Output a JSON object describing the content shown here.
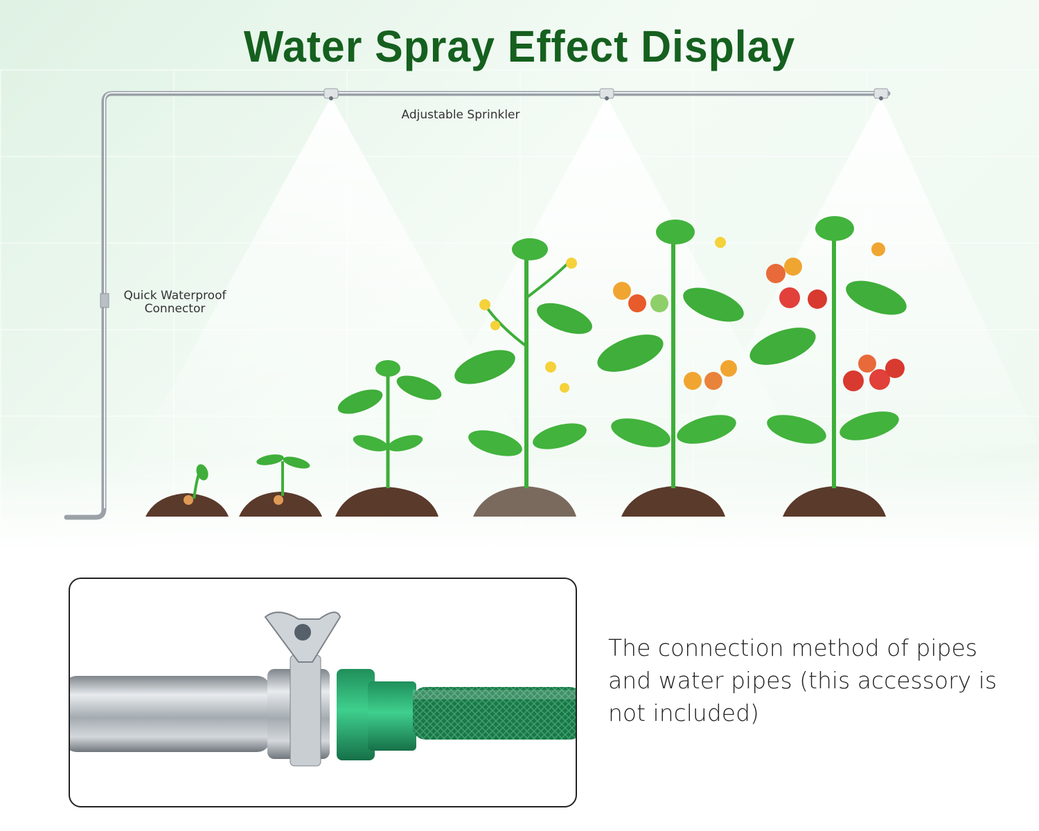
{
  "title": "Water Spray Effect Display",
  "labels": {
    "sprinkler": "Adjustable Sprinkler",
    "connector": "Quick Waterproof Connector"
  },
  "caption": "The connection method of pipes and water pipes (this accessory is not included)",
  "colors": {
    "title": "#15601f",
    "leaf": "#3fae3a",
    "soil": "#5a3a2b",
    "hose": "#1f7a4a",
    "connector": "#2fb67a"
  },
  "icons": [
    "sprinkler-nozzle-icon",
    "tomato-plant-icon",
    "hose-clamp-icon"
  ]
}
